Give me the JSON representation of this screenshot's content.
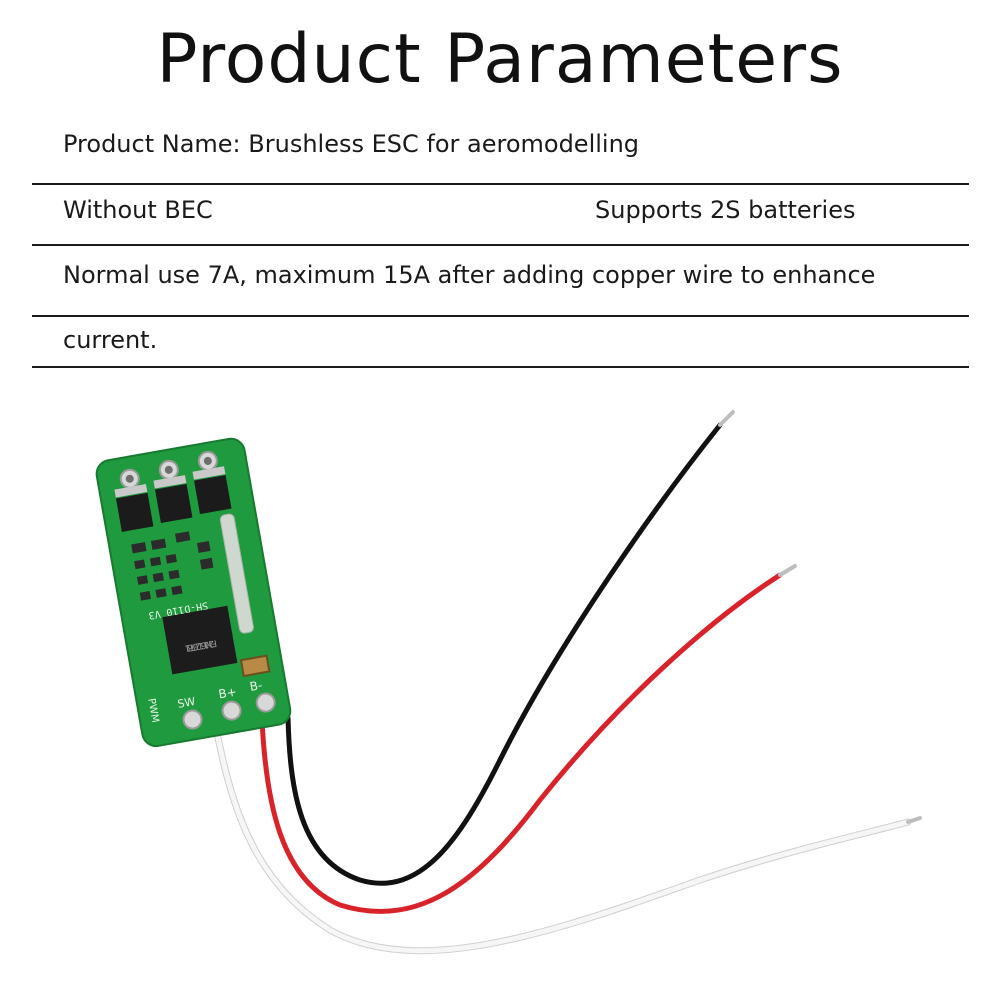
{
  "title": "Product Parameters",
  "parameters": {
    "product_name": "Product Name: Brushless ESC for aeromodelling",
    "bec": "Without BEC",
    "battery": "Supports 2S batteries",
    "current_line1": "Normal use 7A, maximum 15A after adding copper wire to enhance",
    "current_line2": "current."
  },
  "board": {
    "chip_marking_1": "FW6271",
    "chip_marking_2": "2110B",
    "board_code": "SH-D110 V3",
    "pad_label_pwm": "PWM",
    "pad_label_sw": "SW",
    "pad_label_bplus": "B+",
    "pad_label_bminus": "B-"
  },
  "colors": {
    "pcb": "#1f9a3e",
    "wire_black": "#111111",
    "wire_red": "#d9232a",
    "wire_white": "#f4f4f4"
  }
}
